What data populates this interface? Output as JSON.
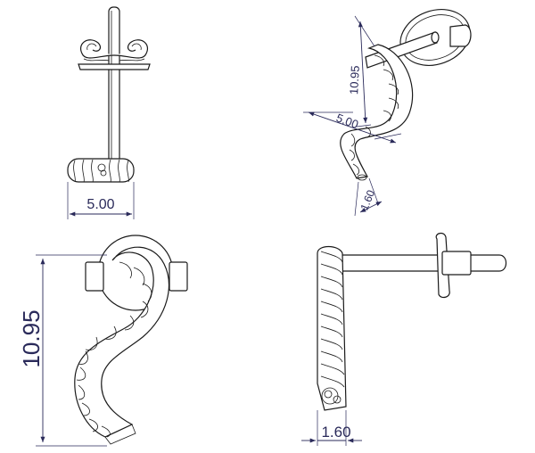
{
  "dimensions": {
    "front_width": "5.00",
    "iso_height": "10.95",
    "iso_width": "5.00",
    "iso_wire": "1.60",
    "top_height": "10.95",
    "side_wire": "1.60"
  },
  "colors": {
    "line": "#1a1a1a",
    "dimension": "#2a2a5a",
    "background": "#ffffff"
  }
}
